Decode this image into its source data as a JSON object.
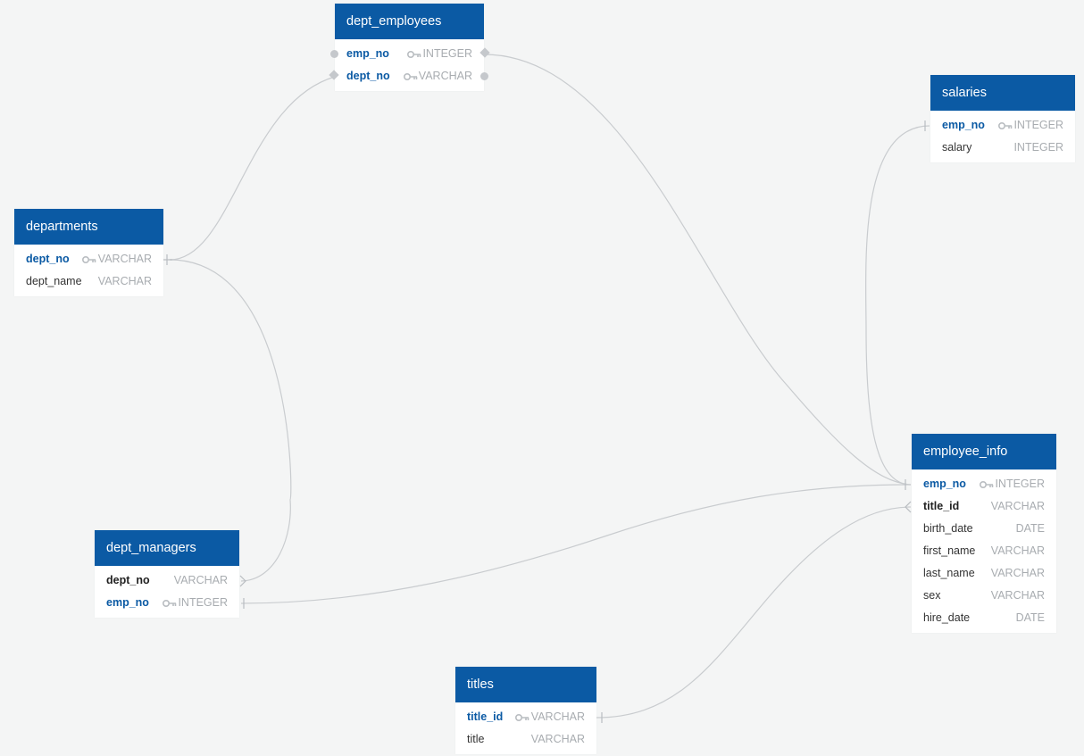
{
  "tables": {
    "dept_employees": {
      "title": "dept_employees",
      "rows": [
        {
          "name": "emp_no",
          "type": "INTEGER"
        },
        {
          "name": "dept_no",
          "type": "VARCHAR"
        }
      ]
    },
    "salaries": {
      "title": "salaries",
      "rows": [
        {
          "name": "emp_no",
          "type": "INTEGER"
        },
        {
          "name": "salary",
          "type": "INTEGER"
        }
      ]
    },
    "departments": {
      "title": "departments",
      "rows": [
        {
          "name": "dept_no",
          "type": "VARCHAR"
        },
        {
          "name": "dept_name",
          "type": "VARCHAR"
        }
      ]
    },
    "dept_managers": {
      "title": "dept_managers",
      "rows": [
        {
          "name": "dept_no",
          "type": "VARCHAR"
        },
        {
          "name": "emp_no",
          "type": "INTEGER"
        }
      ]
    },
    "employee_info": {
      "title": "employee_info",
      "rows": [
        {
          "name": "emp_no",
          "type": "INTEGER"
        },
        {
          "name": "title_id",
          "type": "VARCHAR"
        },
        {
          "name": "birth_date",
          "type": "DATE"
        },
        {
          "name": "first_name",
          "type": "VARCHAR"
        },
        {
          "name": "last_name",
          "type": "VARCHAR"
        },
        {
          "name": "sex",
          "type": "VARCHAR"
        },
        {
          "name": "hire_date",
          "type": "DATE"
        }
      ]
    },
    "titles": {
      "title": "titles",
      "rows": [
        {
          "name": "title_id",
          "type": "VARCHAR"
        },
        {
          "name": "title",
          "type": "VARCHAR"
        }
      ]
    }
  },
  "colors": {
    "header": "#0b5aa4",
    "background": "#f4f5f5",
    "link": "#c9cccf",
    "pk_text": "#0b5aa4",
    "type_text": "#a8acb0"
  },
  "icons": {
    "primary_key": "key-icon",
    "connector": "dot-icon",
    "relation_one": "one-marker-icon",
    "relation_many": "many-marker-icon"
  }
}
